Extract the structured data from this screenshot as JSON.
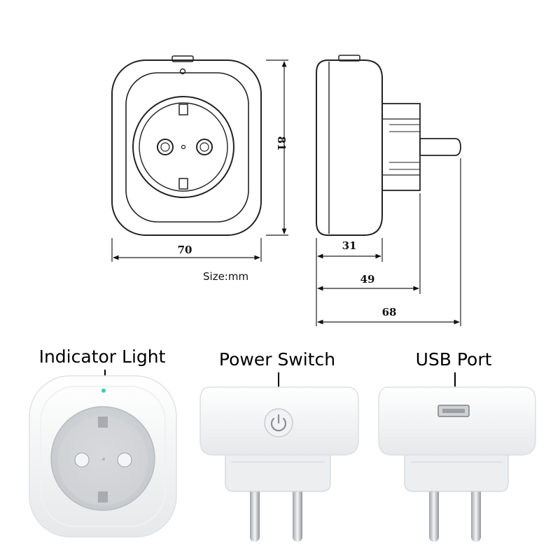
{
  "dimensions": {
    "width": "70",
    "height": "81",
    "depth_body": "31",
    "depth_plug": "49",
    "depth_total": "68",
    "unit_note": "Size:mm"
  },
  "labels": {
    "indicator": "Indicator Light",
    "power": "Power Switch",
    "usb": "USB Port"
  },
  "colors": {
    "outline": "#222222",
    "indicator_led": "#31d0b6"
  }
}
